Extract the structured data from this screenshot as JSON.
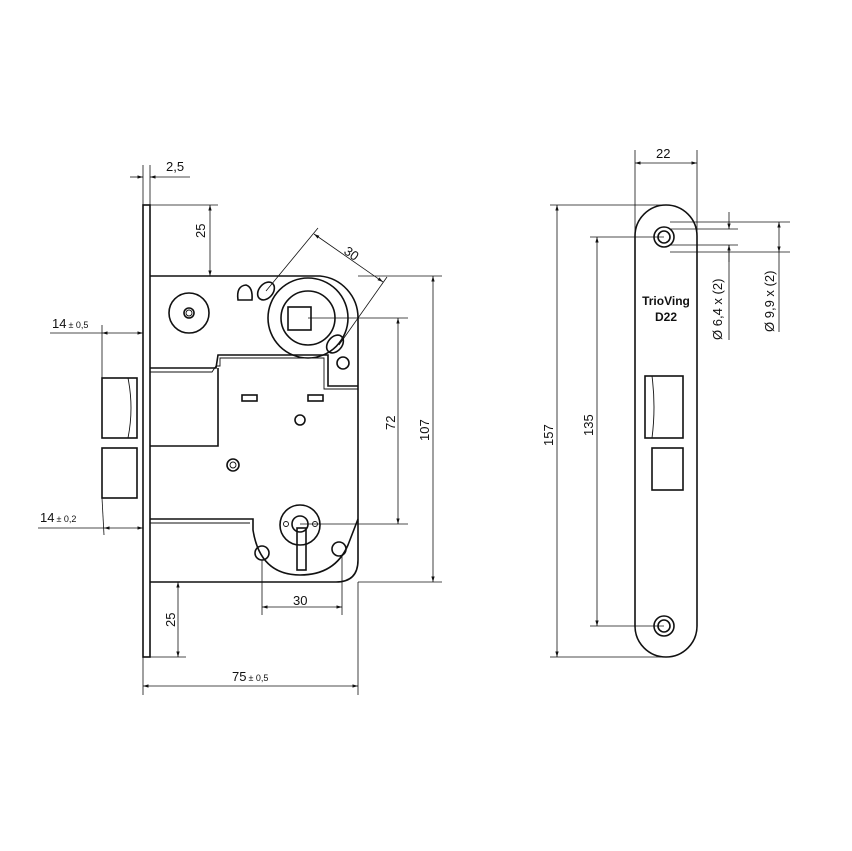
{
  "drawing": {
    "side_view": {
      "forend_thickness": "2,5",
      "top_offset": "25",
      "follower_spacing": "30",
      "latch_projection": "14",
      "latch_tolerance": "± 0,5",
      "deadbolt_projection": "14",
      "deadbolt_tolerance": "± 0,2",
      "center_distance": "72",
      "body_height": "107",
      "key_slot_spacing": "30",
      "bottom_offset": "25",
      "backset": "75",
      "backset_tolerance": "± 0,5"
    },
    "faceplate_view": {
      "width": "22",
      "total_length": "157",
      "hole_spacing": "135",
      "hole_small": "Ø  6,4 x (2)",
      "hole_large": "Ø 9,9 x (2)",
      "brand": "TrioVing",
      "model": "D22"
    },
    "colors": {
      "line": "#111111",
      "background": "#ffffff"
    }
  }
}
